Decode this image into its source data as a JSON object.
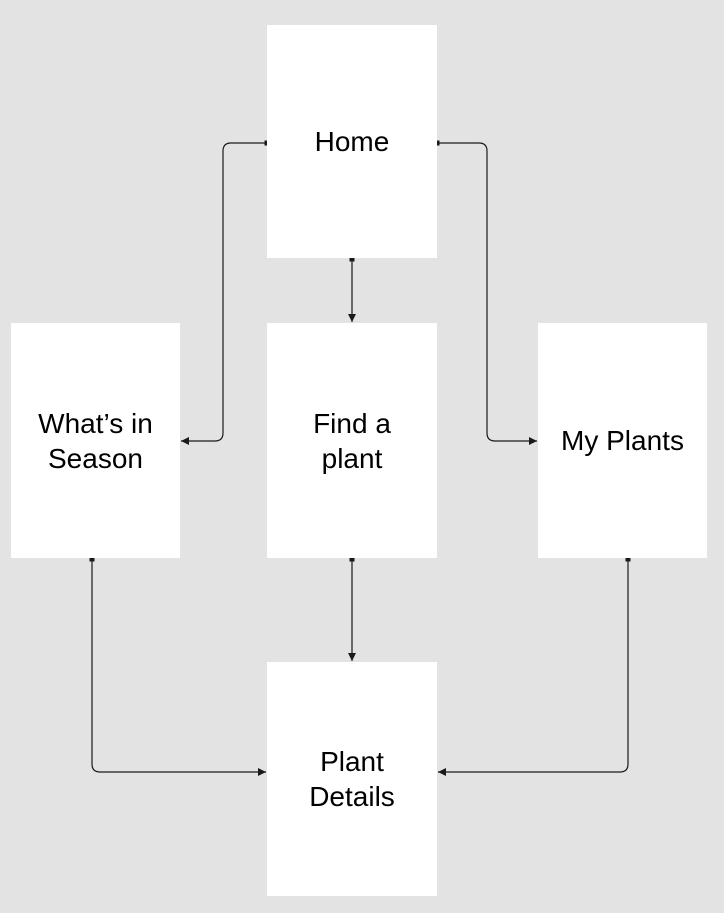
{
  "colors": {
    "canvas_background": "#e3e3e3",
    "node_fill": "#ffffff",
    "connector_stroke": "#1a1a1a",
    "label_text": "#000000"
  },
  "nodes": {
    "home": {
      "label": "Home"
    },
    "whats_in_season": {
      "label": "What’s in\nSeason"
    },
    "find_a_plant": {
      "label": "Find a\nplant"
    },
    "my_plants": {
      "label": "My Plants"
    },
    "plant_details": {
      "label": "Plant\nDetails"
    }
  },
  "edges": [
    {
      "from": "home",
      "to": "whats_in_season",
      "tail_marker": "square-dot",
      "head_marker": "arrow"
    },
    {
      "from": "home",
      "to": "find_a_plant",
      "tail_marker": "square-dot",
      "head_marker": "arrow"
    },
    {
      "from": "home",
      "to": "my_plants",
      "tail_marker": "square-dot",
      "head_marker": "arrow"
    },
    {
      "from": "whats_in_season",
      "to": "plant_details",
      "tail_marker": "square-dot",
      "head_marker": "arrow"
    },
    {
      "from": "find_a_plant",
      "to": "plant_details",
      "tail_marker": "square-dot",
      "head_marker": "arrow"
    },
    {
      "from": "my_plants",
      "to": "plant_details",
      "tail_marker": "square-dot",
      "head_marker": "arrow"
    }
  ]
}
